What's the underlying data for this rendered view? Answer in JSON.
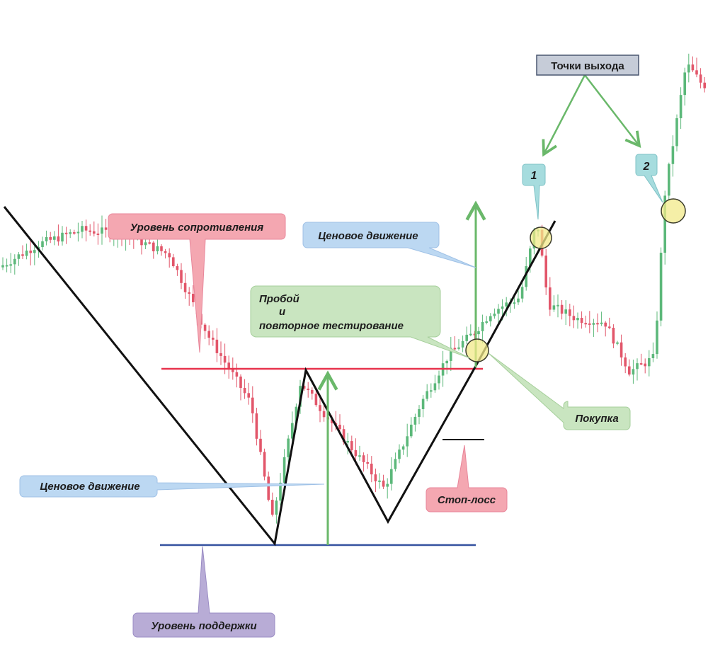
{
  "labels": {
    "exit_points": "Точки выхода",
    "exit_1": "1",
    "exit_2": "2",
    "resistance": "Уровень сопротивления",
    "price_move_top": "Ценовое движение",
    "breakout_line1": "Пробой",
    "breakout_line2": "и",
    "breakout_line3": "повторное тестирование",
    "buy": "Покупка",
    "price_move_bottom": "Ценовое движение",
    "stop_loss": "Стоп-лосс",
    "support": "Уровень поддержки"
  },
  "colors": {
    "bull_candle": "#5cb87a",
    "bear_candle": "#e2566a",
    "resistance_line": "#e8334d",
    "support_line": "#3552a0",
    "trend_line": "#111111",
    "arrow_green": "#6ab86a",
    "red_callout": "#f4a7b1",
    "blue_callout": "#bcd8f2",
    "green_callout": "#c9e5c0",
    "purple_callout": "#b8acd6",
    "teal_callout": "#a6dcde",
    "gray_callout": "#c6ccd8",
    "highlight_circle": "#f2ea8a"
  },
  "chart_data": {
    "type": "candlestick-pattern-diagram",
    "pattern": "double-bottom-breakout",
    "price_path": [
      {
        "t": 0,
        "p": 520
      },
      {
        "t": 60,
        "p": 555
      },
      {
        "t": 120,
        "p": 575
      },
      {
        "t": 180,
        "p": 570
      },
      {
        "t": 245,
        "p": 540
      },
      {
        "t": 300,
        "p": 425
      },
      {
        "t": 360,
        "p": 330
      },
      {
        "t": 390,
        "p": 165
      },
      {
        "t": 430,
        "p": 360
      },
      {
        "t": 480,
        "p": 295
      },
      {
        "t": 548,
        "p": 210
      },
      {
        "t": 600,
        "p": 330
      },
      {
        "t": 640,
        "p": 400
      },
      {
        "t": 675,
        "p": 430
      },
      {
        "t": 700,
        "p": 460
      },
      {
        "t": 740,
        "p": 480
      },
      {
        "t": 764,
        "p": 590
      },
      {
        "t": 780,
        "p": 470
      },
      {
        "t": 820,
        "p": 450
      },
      {
        "t": 860,
        "p": 445
      },
      {
        "t": 895,
        "p": 375
      },
      {
        "t": 930,
        "p": 395
      },
      {
        "t": 945,
        "p": 630
      },
      {
        "t": 975,
        "p": 810
      },
      {
        "t": 998,
        "p": 780
      }
    ]
  }
}
